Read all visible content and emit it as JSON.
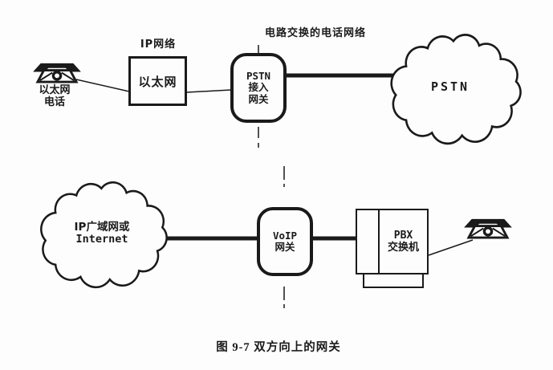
{
  "figure": {
    "caption": "图 9-7 双方向上的网关"
  },
  "colors": {
    "ink": "#1a1a1a",
    "background": "#fdfdfd"
  },
  "top": {
    "section_title": "电路交换的电话网络",
    "ip_network_label": "IP网络",
    "ethernet_phone": {
      "line1": "以太网",
      "line2": "电话"
    },
    "ethernet_box_label": "以太网",
    "pstn_gateway": {
      "line1": "PSTN",
      "line2": "接入",
      "line3": "网关"
    },
    "pstn_cloud_label": "PSTN"
  },
  "bottom": {
    "ip_cloud": {
      "line1": "IP广域网或",
      "line2": "Internet"
    },
    "voip_gateway": {
      "line1": "VoIP",
      "line2": "网关"
    },
    "pbx": {
      "line1": "PBX",
      "line2": "交换机"
    }
  },
  "icons": {
    "phone_top": "telephone-icon",
    "phone_bottom": "telephone-icon"
  }
}
